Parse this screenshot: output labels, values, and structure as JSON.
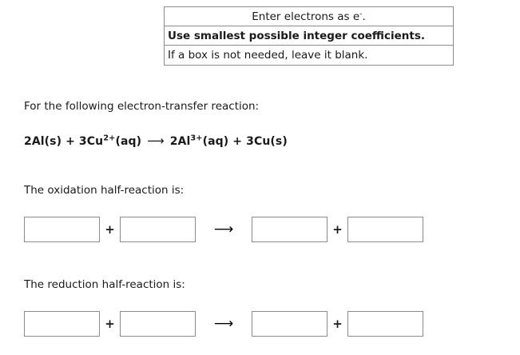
{
  "instructions": {
    "line1_prefix": "Enter electrons as e",
    "line1_sup": "-",
    "line1_suffix": ".",
    "line2": "Use smallest possible integer coefficients.",
    "line3": "If a box is not needed, leave it blank."
  },
  "problem": {
    "intro": "For the following electron-transfer reaction:",
    "equation": {
      "reactant1": "2Al(s)",
      "plus1": "+",
      "reactant2_base": "3Cu",
      "reactant2_sup": "2+",
      "reactant2_state": "(aq)",
      "arrow": "⟶",
      "product1_base": "2Al",
      "product1_sup": "3+",
      "product1_state": "(aq)",
      "plus2": "+",
      "product2": "3Cu(s)"
    },
    "oxidation_label": "The oxidation half-reaction is:",
    "reduction_label": "The reduction half-reaction is:"
  },
  "answer_rows": [
    {
      "id": "oxidation",
      "boxes": [
        "",
        "",
        "",
        ""
      ],
      "plus": "+",
      "arrow": "⟶"
    },
    {
      "id": "reduction",
      "boxes": [
        "",
        "",
        "",
        ""
      ],
      "plus": "+",
      "arrow": "⟶"
    }
  ],
  "colors": {
    "border": "#8c8c8c",
    "text": "#1a1a1a",
    "background": "#ffffff"
  }
}
